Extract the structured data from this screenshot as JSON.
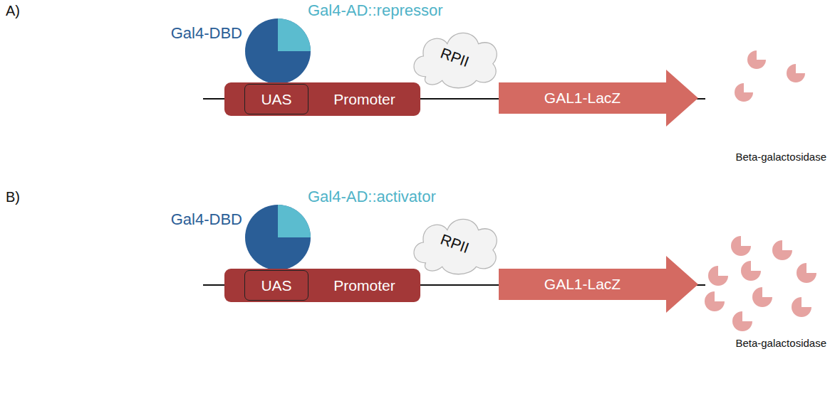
{
  "diagram": {
    "nodes": [
      {
        "text": [
          "Gal4-DBD",
          "Gal4-AD::repressor"
        ]
      },
      {
        "text": [
          "Promoter"
        ]
      },
      {
        "text": [
          "UAS"
        ],
        "in": 1
      },
      {
        "text": [
          "RPII"
        ]
      },
      {
        "text": [
          "GAL1-LacZ"
        ]
      },
      {
        "text": [
          "Gal4-DBD",
          "Gal4-AD::activator"
        ]
      },
      {
        "text": [
          "Promoter"
        ]
      },
      {
        "text": [
          "UAS"
        ],
        "in": 6
      },
      {
        "text": [
          "RPII"
        ]
      },
      {
        "text": [
          "GAL1-LacZ"
        ]
      }
    ],
    "labels": [
      "A)",
      "Beta-galactosidase",
      "B)",
      "Beta-galactosidase"
    ]
  }
}
